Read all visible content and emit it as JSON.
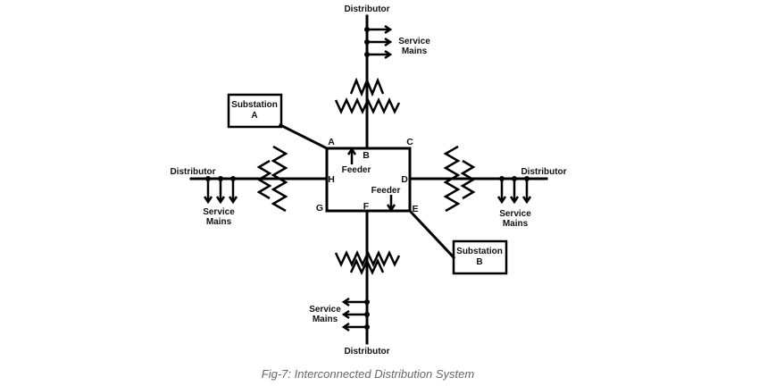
{
  "labels": {
    "distributor_top": "Distributor",
    "distributor_left": "Distributor",
    "distributor_right": "Distributor",
    "distributor_bottom": "Distributor",
    "service_mains": "Service Mains",
    "service": "Service",
    "mains": "Mains",
    "feeder": "Feeder"
  },
  "substations": [
    {
      "line1": "Substation",
      "line2": "A"
    },
    {
      "line1": "Substation",
      "line2": "B"
    }
  ],
  "nodes": {
    "A": "A",
    "B": "B",
    "C": "C",
    "D": "D",
    "E": "E",
    "F": "F",
    "G": "G",
    "H": "H"
  },
  "caption": "Fig-7: Interconnected Distribution System"
}
